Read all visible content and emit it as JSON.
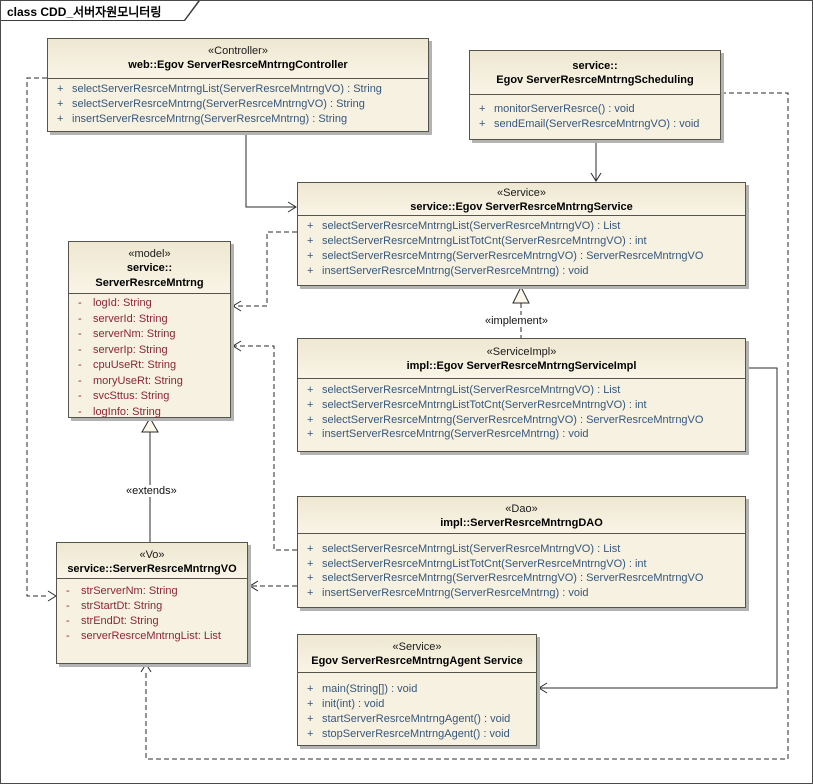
{
  "frame": {
    "title": "class CDD_서버자원모니터링"
  },
  "labels": {
    "implement": "«implement»",
    "extends": "«extends»"
  },
  "colors": {
    "box_fill": "#f7f1e1",
    "box_border": "#55554b",
    "method_text": "#36587c",
    "attribute_text": "#8c2638",
    "connector": "#2b2b2b",
    "shadow": "#b3b3b3"
  },
  "classes": {
    "controller": {
      "stereotype": "«Controller»",
      "name_lines": [
        "web::Egov ServerResrceMntrngController"
      ],
      "members": [
        {
          "sign": "+",
          "kind": "method",
          "text": "selectServerResrceMntrngList(ServerResrceMntrngVO) : String"
        },
        {
          "sign": "+",
          "kind": "method",
          "text": "selectServerResrceMntrng(ServerResrceMntrngVO) : String"
        },
        {
          "sign": "+",
          "kind": "method",
          "text": "insertServerResrceMntrng(ServerResrceMntrng) : String"
        }
      ]
    },
    "scheduling": {
      "name_lines": [
        "service::",
        "Egov ServerResrceMntrngScheduling"
      ],
      "members": [
        {
          "sign": "+",
          "kind": "method",
          "text": "monitorServerResrce() : void"
        },
        {
          "sign": "+",
          "kind": "method",
          "text": "sendEmail(ServerResrceMntrngVO) : void"
        }
      ]
    },
    "service": {
      "stereotype": "«Service»",
      "name_lines": [
        "service::Egov ServerResrceMntrngService"
      ],
      "members": [
        {
          "sign": "+",
          "kind": "method",
          "text": "selectServerResrceMntrngList(ServerResrceMntrngVO) : List"
        },
        {
          "sign": "+",
          "kind": "method",
          "text": "selectServerResrceMntrngListTotCnt(ServerResrceMntrngVO) : int"
        },
        {
          "sign": "+",
          "kind": "method",
          "text": "selectServerResrceMntrng(ServerResrceMntrngVO) : ServerResrceMntrngVO"
        },
        {
          "sign": "+",
          "kind": "method",
          "text": "insertServerResrceMntrng(ServerResrceMntrng) : void"
        }
      ]
    },
    "model": {
      "stereotype": "«model»",
      "name_lines": [
        "service::",
        "ServerResrceMntrng"
      ],
      "members": [
        {
          "sign": "-",
          "kind": "attr",
          "text": "logId: String"
        },
        {
          "sign": "-",
          "kind": "attr",
          "text": "serverId: String"
        },
        {
          "sign": "-",
          "kind": "attr",
          "text": "serverNm: String"
        },
        {
          "sign": "-",
          "kind": "attr",
          "text": "serverIp: String"
        },
        {
          "sign": "-",
          "kind": "attr",
          "text": "cpuUseRt: String"
        },
        {
          "sign": "-",
          "kind": "attr",
          "text": "moryUseRt: String"
        },
        {
          "sign": "-",
          "kind": "attr",
          "text": "svcSttus: String"
        },
        {
          "sign": "-",
          "kind": "attr",
          "text": "logInfo: String"
        }
      ]
    },
    "serviceimpl": {
      "stereotype": "«ServiceImpl»",
      "name_lines": [
        "impl::Egov ServerResrceMntrngServiceImpl"
      ],
      "members": [
        {
          "sign": "+",
          "kind": "method",
          "text": "selectServerResrceMntrngList(ServerResrceMntrngVO) : List"
        },
        {
          "sign": "+",
          "kind": "method",
          "text": "selectServerResrceMntrngListTotCnt(ServerResrceMntrngVO) : int"
        },
        {
          "sign": "+",
          "kind": "method",
          "text": "selectServerResrceMntrng(ServerResrceMntrngVO) : ServerResrceMntrngVO"
        },
        {
          "sign": "+",
          "kind": "method",
          "text": "insertServerResrceMntrng(ServerResrceMntrng) : void"
        }
      ]
    },
    "dao": {
      "stereotype": "«Dao»",
      "name_lines": [
        "impl::ServerResrceMntrngDAO"
      ],
      "members": [
        {
          "sign": "+",
          "kind": "method",
          "text": "selectServerResrceMntrngList(ServerResrceMntrngVO) : List"
        },
        {
          "sign": "+",
          "kind": "method",
          "text": "selectServerResrceMntrngListTotCnt(ServerResrceMntrngVO) : int"
        },
        {
          "sign": "+",
          "kind": "method",
          "text": "selectServerResrceMntrng(ServerResrceMntrngVO) : ServerResrceMntrngVO"
        },
        {
          "sign": "+",
          "kind": "method",
          "text": "insertServerResrceMntrng(ServerResrceMntrng) : void"
        }
      ]
    },
    "vo": {
      "stereotype": "«Vo»",
      "name_lines": [
        "service::ServerResrceMntrngVO"
      ],
      "members": [
        {
          "sign": "-",
          "kind": "attr",
          "text": "strServerNm: String"
        },
        {
          "sign": "-",
          "kind": "attr",
          "text": "strStartDt: String"
        },
        {
          "sign": "-",
          "kind": "attr",
          "text": "strEndDt: String"
        },
        {
          "sign": "-",
          "kind": "attr",
          "text": "serverResrceMntrngList: List"
        }
      ]
    },
    "agent": {
      "stereotype": "«Service»",
      "name_lines": [
        "Egov ServerResrceMntrngAgent Service"
      ],
      "members": [
        {
          "sign": "+",
          "kind": "method",
          "text": "main(String[]) : void"
        },
        {
          "sign": "+",
          "kind": "method",
          "text": "init(int) : void"
        },
        {
          "sign": "+",
          "kind": "method",
          "text": "startServerResrceMntrngAgent() : void"
        },
        {
          "sign": "+",
          "kind": "method",
          "text": "stopServerResrceMntrngAgent() : void"
        }
      ]
    }
  }
}
